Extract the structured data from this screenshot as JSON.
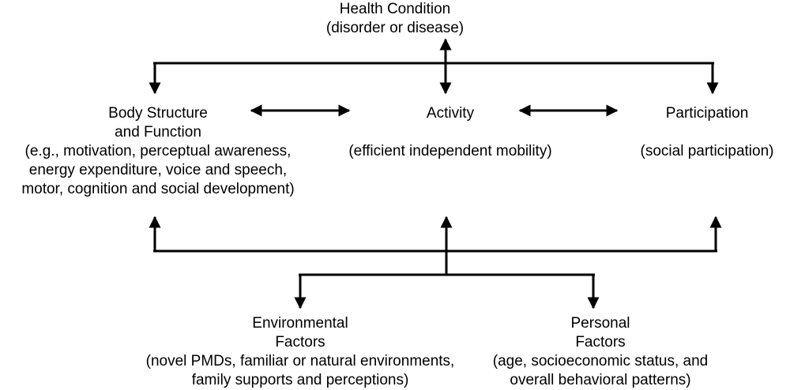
{
  "nodes": {
    "health": {
      "title": "Health Condition",
      "detail": "(disorder or disease)"
    },
    "body": {
      "title_line1": "Body Structure",
      "title_line2": "and Function",
      "detail_line1": "(e.g., motivation, perceptual awareness,",
      "detail_line2": "energy expenditure, voice and speech,",
      "detail_line3": "motor, cognition and social development)"
    },
    "activity": {
      "title": "Activity",
      "detail": "(efficient independent mobility)"
    },
    "participation": {
      "title": "Participation",
      "detail": "(social participation)"
    },
    "environmental": {
      "title_line1": "Environmental",
      "title_line2": "Factors",
      "detail_line1": "(novel PMDs, familiar or natural environments,",
      "detail_line2": "family supports and perceptions)"
    },
    "personal": {
      "title_line1": "Personal",
      "title_line2": "Factors",
      "detail_line1": "(age, socioeconomic status, and",
      "detail_line2": "overall behavioral patterns)"
    }
  },
  "colors": {
    "line": "#000000",
    "text": "#000000",
    "background": "#ffffff"
  }
}
